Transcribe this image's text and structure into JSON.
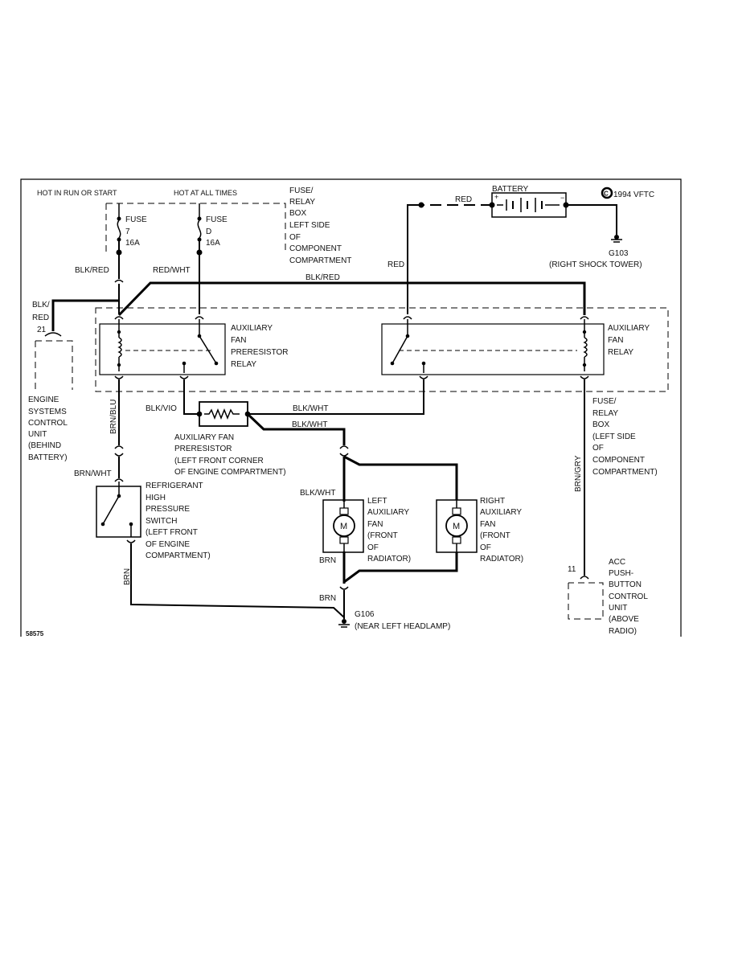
{
  "diagram": {
    "copyright": "1994 VFTC",
    "figure_id": "58575",
    "power": {
      "hot_run_start": "HOT IN RUN OR START",
      "hot_all_times": "HOT AT ALL TIMES"
    },
    "fuse7": {
      "l1": "FUSE",
      "l2": "7",
      "l3": "16A"
    },
    "fuseD": {
      "l1": "FUSE",
      "l2": "D",
      "l3": "16A"
    },
    "fuse_box_top": [
      "FUSE/",
      "RELAY",
      "BOX",
      "LEFT SIDE",
      "OF",
      "COMPONENT",
      "COMPARTMENT"
    ],
    "battery": "BATTERY",
    "g103": {
      "id": "G103",
      "loc": "(RIGHT SHOCK TOWER)"
    },
    "wires": {
      "red_top": "RED",
      "red_left": "RED",
      "blk_red_1": "BLK/RED",
      "red_wht": "RED/WHT",
      "blk_red_2": "BLK/RED",
      "blk_red_3a": "BLK/",
      "blk_red_3b": "RED",
      "pin21": "21",
      "brn_blu": "BRN/BLU",
      "blk_vio": "BLK/VIO",
      "blk_wht_1": "BLK/WHT",
      "blk_wht_2": "BLK/WHT",
      "blk_wht_3": "BLK/WHT",
      "brn_wht": "BRN/WHT",
      "brn_1": "BRN",
      "brn_2": "BRN",
      "brn_3": "BRN",
      "brn_gry": "BRN/GRY",
      "pin11": "11"
    },
    "ecu": [
      "ENGINE",
      "SYSTEMS",
      "CONTROL",
      "UNIT",
      "(BEHIND",
      "BATTERY)"
    ],
    "relay_left": [
      "AUXILIARY",
      "FAN",
      "PRERESISTOR",
      "RELAY"
    ],
    "relay_right": [
      "AUXILIARY",
      "FAN",
      "RELAY"
    ],
    "fuse_box_right": [
      "FUSE/",
      "RELAY",
      "BOX",
      "(LEFT SIDE",
      "OF",
      "COMPONENT",
      "COMPARTMENT)"
    ],
    "preresistor": [
      "AUXILIARY FAN",
      "PRERESISTOR",
      "(LEFT FRONT CORNER",
      "OF ENGINE COMPARTMENT)"
    ],
    "switch": [
      "REFRIGERANT",
      "HIGH",
      "PRESSURE",
      "SWITCH",
      "(LEFT FRONT",
      "OF ENGINE",
      "COMPARTMENT)"
    ],
    "fan_left": [
      "LEFT",
      "AUXILIARY",
      "FAN",
      "(FRONT",
      "OF",
      "RADIATOR)"
    ],
    "fan_right": [
      "RIGHT",
      "AUXILIARY",
      "FAN",
      "(FRONT",
      "OF",
      "RADIATOR)"
    ],
    "motor_symbol": "M",
    "acc": [
      "ACC",
      "PUSH-",
      "BUTTON",
      "CONTROL",
      "UNIT",
      "(ABOVE",
      "RADIO)"
    ],
    "g106": {
      "id": "G106",
      "loc": "(NEAR LEFT HEADLAMP)"
    }
  }
}
